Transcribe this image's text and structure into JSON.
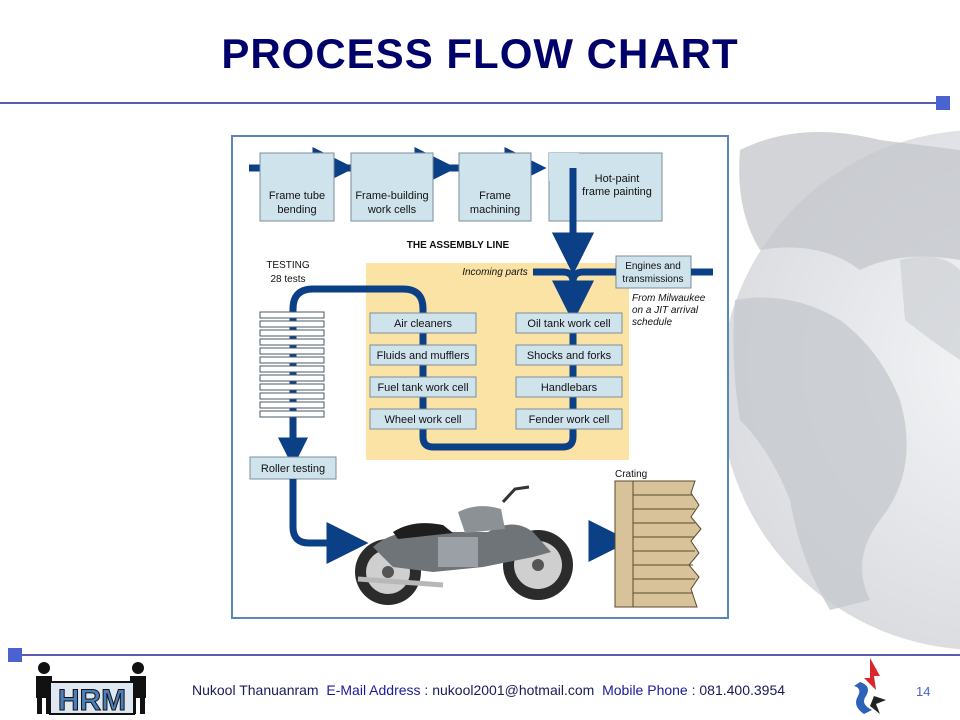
{
  "slide": {
    "title": "PROCESS FLOW CHART",
    "page_number": "14"
  },
  "footer": {
    "name": "Nukool Thanuanram",
    "email_label": "E-Mail Address :",
    "email": "nukool2001@hotmail.com",
    "phone_label": "Mobile Phone :",
    "phone": "081.400.3954"
  },
  "logo": {
    "text": "HRM"
  },
  "diagram": {
    "top_steps": [
      {
        "line1": "Frame tube",
        "line2": "bending"
      },
      {
        "line1": "Frame-building",
        "line2": "work cells"
      },
      {
        "line1": "Frame",
        "line2": "machining"
      },
      {
        "line1": "Hot-paint",
        "line2": "frame painting"
      }
    ],
    "assembly_line_label": "THE ASSEMBLY LINE",
    "incoming_parts_label": "Incoming parts",
    "engines_label": {
      "line1": "Engines and",
      "line2": "transmissions"
    },
    "milwaukee_note": {
      "line1": "From Milwaukee",
      "line2": "on a JIT arrival",
      "line3": "schedule"
    },
    "testing_label": {
      "line1": "TESTING",
      "line2": "28 tests"
    },
    "left_cells": [
      "Air cleaners",
      "Fluids and mufflers",
      "Fuel tank work cell",
      "Wheel work cell"
    ],
    "right_cells": [
      "Oil tank work cell",
      "Shocks and forks",
      "Handlebars",
      "Fender work cell"
    ],
    "roller_testing_label": "Roller testing",
    "crating_label": "Crating"
  },
  "colors": {
    "title": "#00006b",
    "flow_arrow": "#0b3f86",
    "box_fill": "#cfe3ec",
    "assembly_area": "#fbe3a6",
    "frame_border": "#5a86b8"
  }
}
